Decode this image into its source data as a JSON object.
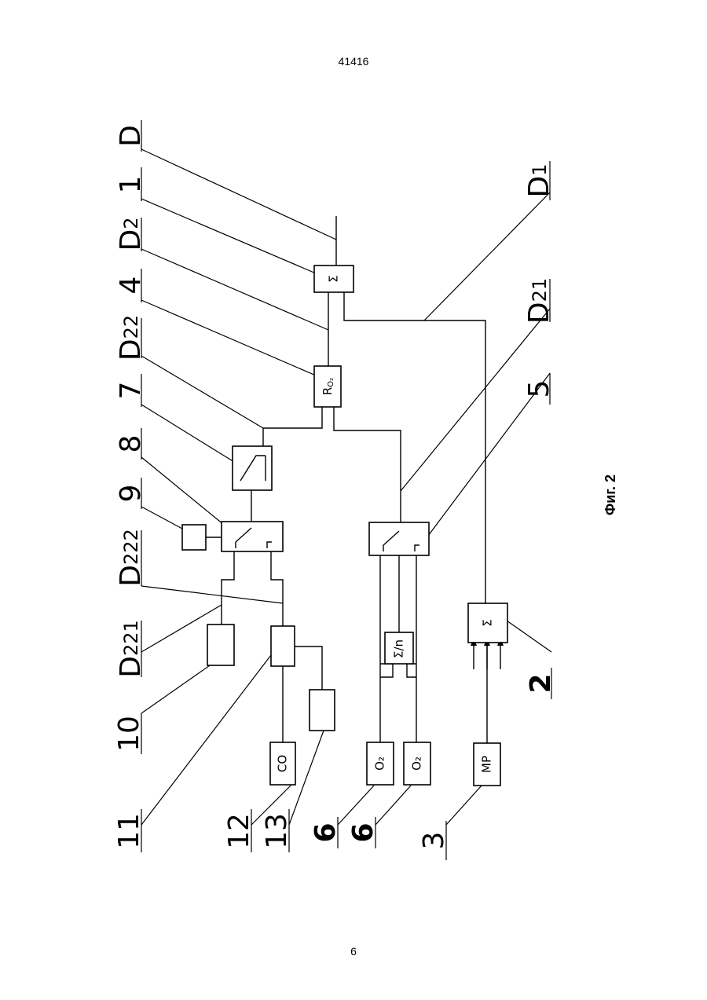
{
  "document": {
    "number": "41416",
    "page": "6"
  },
  "figure": {
    "caption": "Фиг. 2",
    "boxes": {
      "sum_main": "Σ",
      "ro2": "R",
      "ro2_sub": "O₂",
      "sum_2": "Σ",
      "co": "CO",
      "o2_a": "O₂",
      "o2_b": "O₂",
      "mp": "MP",
      "mid_block": "Σ/n"
    },
    "labels": {
      "D": "D",
      "n1": "1",
      "D2": "D",
      "D2_sub": "2",
      "n4": "4",
      "D22": "D",
      "D22_sub": "22",
      "n7": "7",
      "n8": "8",
      "n9": "9",
      "D222": "D",
      "D222_sub": "222",
      "D221": "D",
      "D221_sub": "221",
      "n10": "10",
      "n11": "11",
      "n12": "12",
      "n13": "13",
      "n6a": "6",
      "n6b": "6",
      "n3": "3",
      "n2": "2",
      "n5": "5",
      "D1": "D",
      "D1_sub": "1",
      "D21": "D",
      "D21_sub": "21"
    }
  }
}
